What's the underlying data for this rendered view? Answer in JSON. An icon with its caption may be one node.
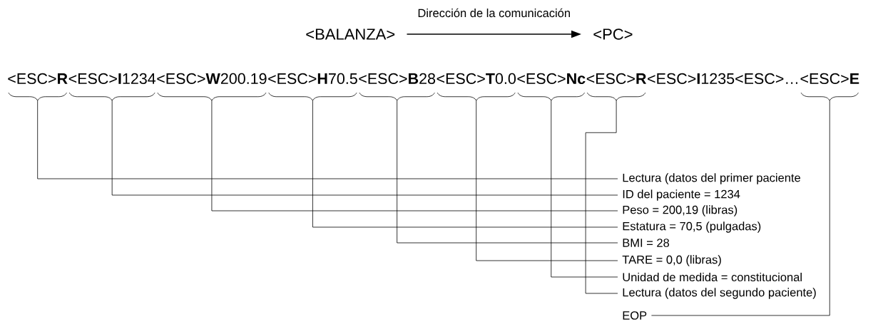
{
  "diagram": {
    "nodes": [
      {
        "text": [
          "<BALANZA>"
        ]
      },
      {
        "text": [
          "<PC>"
        ]
      },
      {
        "text": [
          "<ESC>**R**"
        ]
      },
      {
        "text": [
          "<ESC>**I**1234"
        ]
      },
      {
        "text": [
          "<ESC>**W**200.19"
        ]
      },
      {
        "text": [
          "<ESC>**H**70.5"
        ]
      },
      {
        "text": [
          "<ESC>**B**28"
        ]
      },
      {
        "text": [
          "<ESC>**T**0.0"
        ]
      },
      {
        "text": [
          "<ESC>**Nc**"
        ]
      },
      {
        "text": [
          "<ESC>**R**"
        ]
      },
      {
        "text": [
          "<ESC>**E**"
        ]
      },
      {
        "text": [
          "Lectura (datos del primer paciente"
        ]
      },
      {
        "text": [
          "ID del paciente = 1234"
        ]
      },
      {
        "text": [
          "Peso = 200,19 (libras)"
        ]
      },
      {
        "text": [
          "Estatura = 70,5 (pulgadas)"
        ]
      },
      {
        "text": [
          "BMI = 28"
        ]
      },
      {
        "text": [
          "TARE = 0,0 (libras)"
        ]
      },
      {
        "text": [
          "Unidad de medida = constitucional"
        ]
      },
      {
        "text": [
          "Lectura (datos del segundo paciente)"
        ]
      },
      {
        "text": [
          "EOP"
        ]
      }
    ],
    "edges": [
      {
        "from": 0,
        "to": 1,
        "arrow": "to",
        "label": "Dirección de la comunicación"
      },
      {
        "from": 2,
        "to": 11,
        "arrow": "none"
      },
      {
        "from": 3,
        "to": 12,
        "arrow": "none"
      },
      {
        "from": 4,
        "to": 13,
        "arrow": "none"
      },
      {
        "from": 5,
        "to": 14,
        "arrow": "none"
      },
      {
        "from": 6,
        "to": 15,
        "arrow": "none"
      },
      {
        "from": 7,
        "to": 16,
        "arrow": "none"
      },
      {
        "from": 8,
        "to": 17,
        "arrow": "none"
      },
      {
        "from": 9,
        "to": 18,
        "arrow": "none"
      },
      {
        "from": 10,
        "to": 19,
        "arrow": "none"
      }
    ],
    "labels": [
      "<ESC>**I**1235<ESC>…"
    ]
  }
}
